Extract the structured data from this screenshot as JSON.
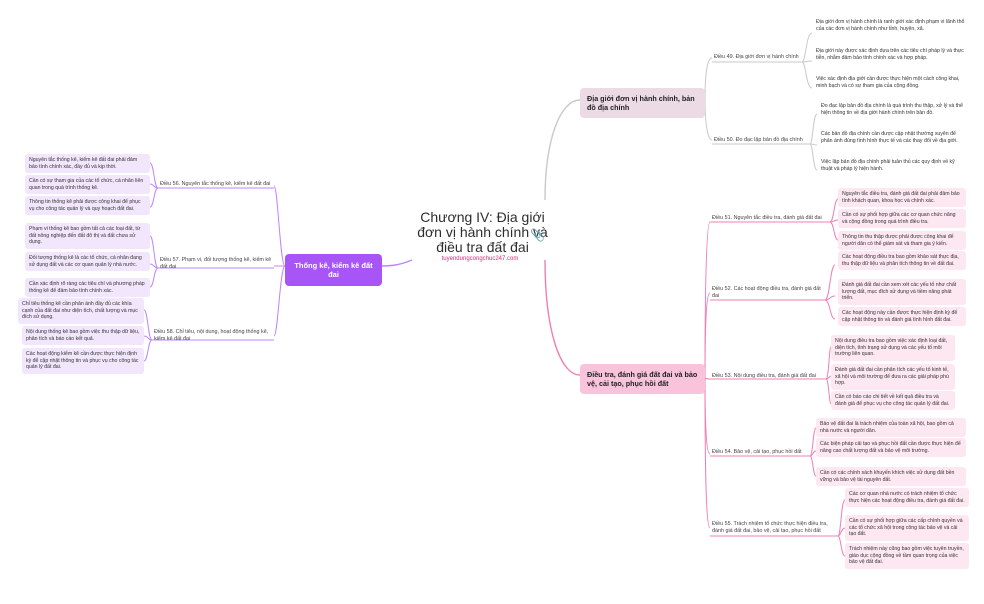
{
  "center": {
    "title": "Chương IV: Địa giới đơn vị hành chính và điều tra đất đai",
    "subtitle": "tuyendungcongchuc247.com",
    "attachment_icon": "paperclip-icon"
  },
  "colors": {
    "branch_a": "#ecdbe5",
    "branch_b": "#f9c3dc",
    "branch_c": "#a855f7",
    "line_a": "#c9c9c9",
    "line_b": "#ef7fb3",
    "line_c": "#c084fc"
  },
  "branches": [
    {
      "label": "Địa giới đơn vị hành chính, bản đồ địa chính",
      "articles": [
        {
          "label": "Điều 49. Địa giới đơn vị hành chính",
          "leaves": [
            "Địa giới đơn vị hành chính là ranh giới xác định phạm vi lãnh thổ của các đơn vị hành chính như tỉnh, huyện, xã.",
            "Địa giới này được xác định dựa trên các tiêu chí pháp lý và thực tiễn, nhằm đảm bảo tính chính xác và hợp pháp.",
            "Việc xác định địa giới cần được thực hiện một cách công khai, minh bạch và có sự tham gia của cộng đồng."
          ]
        },
        {
          "label": "Điều 50. Đo đạc lập bản đồ địa chính",
          "leaves": [
            "Đo đạc lập bản đồ địa chính là quá trình thu thập, xử lý và thể hiện thông tin về địa giới hành chính trên bản đồ.",
            "Các bản đồ địa chính cần được cập nhật thường xuyên để phản ánh đúng tình hình thực tế và các thay đổi về địa giới.",
            "Việc lập bản đồ địa chính phải tuân thủ các quy định về kỹ thuật và pháp lý hiện hành."
          ]
        }
      ]
    },
    {
      "label": "Điều tra, đánh giá đất đai và bảo vệ, cải tạo, phục hồi đất",
      "articles": [
        {
          "label": "Điều 51. Nguyên tắc điều tra, đánh giá đất đai",
          "leaves": [
            "Nguyên tắc điều tra, đánh giá đất đai phải đảm bảo tính khách quan, khoa học và chính xác.",
            "Cần có sự phối hợp giữa các cơ quan chức năng và cộng đồng trong quá trình điều tra.",
            "Thông tin thu thập được phải được công khai để người dân có thể giám sát và tham gia ý kiến."
          ]
        },
        {
          "label": "Điều 52. Các hoạt động điều tra, đánh giá đất đai",
          "leaves": [
            "Các hoạt động điều tra bao gồm khảo sát thực địa, thu thập dữ liệu và phân tích thông tin về đất đai.",
            "Đánh giá đất đai cần xem xét các yếu tố như chất lượng đất, mục đích sử dụng và tiềm năng phát triển.",
            "Các hoạt động này cần được thực hiện định kỳ để cập nhật thông tin và đánh giá tình hình đất đai."
          ]
        },
        {
          "label": "Điều 53. Nội dung điều tra, đánh giá đất đai",
          "leaves": [
            "Nội dung điều tra bao gồm việc xác định loại đất, diện tích, tình trạng sử dụng và các yếu tố môi trường liên quan.",
            "Đánh giá đất đai cần phân tích các yếu tố kinh tế, xã hội và môi trường để đưa ra các giải pháp phù hợp.",
            "Cần có báo cáo chi tiết về kết quả điều tra và đánh giá để phục vụ cho công tác quản lý đất đai."
          ]
        },
        {
          "label": "Điều 54. Bảo vệ, cải tạo, phục hồi đất",
          "leaves": [
            "Bảo vệ đất đai là trách nhiệm của toàn xã hội, bao gồm cả nhà nước và người dân.",
            "Các biện pháp cải tạo và phục hồi đất cần được thực hiện để nâng cao chất lượng đất và bảo vệ môi trường.",
            "Cần có các chính sách khuyến khích việc sử dụng đất bền vững và bảo vệ tài nguyên đất."
          ]
        },
        {
          "label": "Điều 55. Trách nhiệm tổ chức thực hiện điều tra, đánh giá đất đai, bảo vệ, cải tạo, phục hồi đất",
          "leaves": [
            "Các cơ quan nhà nước có trách nhiệm tổ chức thực hiện các hoạt động điều tra, đánh giá đất đai.",
            "Cần có sự phối hợp giữa các cấp chính quyền và các tổ chức xã hội trong công tác bảo vệ và cải tạo đất.",
            "Trách nhiệm này cũng bao gồm việc tuyên truyền, giáo dục cộng đồng về tầm quan trọng của việc bảo vệ đất đai."
          ]
        }
      ]
    },
    {
      "label": "Thống kê, kiểm kê đất đai",
      "articles": [
        {
          "label": "Điều 56. Nguyên tắc thống kê, kiểm kê đất đai",
          "leaves": [
            "Nguyên tắc thống kê, kiểm kê đất đai phải đảm bảo tính chính xác, đầy đủ và kịp thời.",
            "Cần có sự tham gia của các tổ chức, cá nhân liên quan trong quá trình thống kê.",
            "Thông tin thống kê phải được công khai để phục vụ cho công tác quản lý và quy hoạch đất đai."
          ]
        },
        {
          "label": "Điều 57. Phạm vi, đối tượng thống kê, kiểm kê đất đai",
          "leaves": [
            "Phạm vi thống kê bao gồm tất cả các loại đất, từ đất nông nghiệp đến đất đô thị và đất chưa sử dụng.",
            "Đối tượng thống kê là các tổ chức, cá nhân đang sử dụng đất và các cơ quan quản lý nhà nước.",
            "Cần xác định rõ ràng các tiêu chí và phương pháp thống kê để đảm bảo tính chính xác."
          ]
        },
        {
          "label": "Điều 58. Chỉ tiêu, nội dung, hoạt động thống kê, kiểm kê đất đai",
          "leaves": [
            "Chỉ tiêu thống kê cần phản ánh đầy đủ các khía cạnh của đất đai như diện tích, chất lượng và mục đích sử dụng.",
            "Nội dung thống kê bao gồm việc thu thập dữ liệu, phân tích và báo cáo kết quả.",
            "Các hoạt động kiểm kê cần được thực hiện định kỳ để cập nhật thông tin và phục vụ cho công tác quản lý đất đai."
          ]
        }
      ]
    }
  ]
}
